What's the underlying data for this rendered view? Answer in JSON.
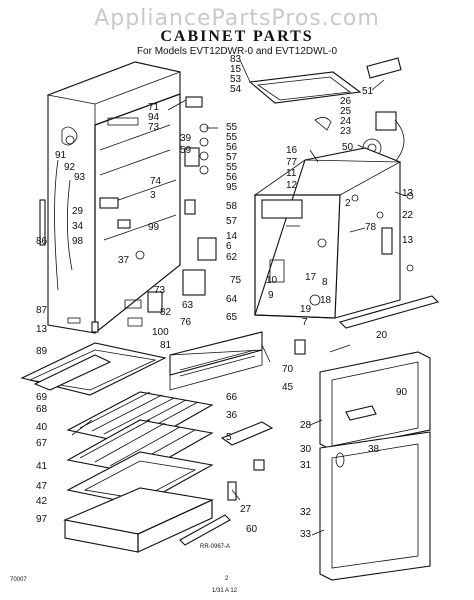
{
  "header": {
    "watermark": "AppliancePartsPros.com",
    "title": "CABINET PARTS",
    "subtitle": "For Models EVT12DWR-0 and EVT12DWL-0"
  },
  "labels": {
    "l83": "83",
    "l15": "15",
    "l53": "53",
    "l54": "54",
    "l51": "51",
    "l26": "26",
    "l25": "25",
    "l24": "24",
    "l23": "23",
    "l50": "50",
    "l71": "71",
    "l94": "94",
    "l73": "73",
    "l39": "39",
    "l59": "59",
    "l55a": "55",
    "l56a": "55",
    "l57a": "56",
    "l55b": "57",
    "l56b": "55",
    "l56c": "56",
    "l95": "95",
    "l58": "58",
    "l74": "74",
    "l3": "3",
    "l16": "16",
    "l77": "77",
    "l11": "11",
    "l12": "12",
    "l13a": "13",
    "l2": "2",
    "l22": "22",
    "l91": "91",
    "l92": "92",
    "l93": "93",
    "l29": "29",
    "l34": "34",
    "l98": "98",
    "l99": "99",
    "l86": "86",
    "l37": "37",
    "l57b": "57",
    "l14": "14",
    "l6": "6",
    "l62": "62",
    "l78": "78",
    "l13b": "13",
    "l75": "75",
    "l10": "10",
    "l9": "9",
    "l17": "17",
    "l8": "8",
    "l18": "18",
    "l19": "19",
    "l7": "7",
    "l73b": "73",
    "l63": "63",
    "l64": "64",
    "l87": "87",
    "l13c": "13",
    "l82": "82",
    "l76": "76",
    "l65": "65",
    "l100": "100",
    "l20": "20",
    "l81": "81",
    "l89": "89",
    "l70": "70",
    "l45": "45",
    "l66": "66",
    "l69": "69",
    "l68": "68",
    "l40": "40",
    "l67": "67",
    "l41": "41",
    "l47": "47",
    "l42": "42",
    "l97": "97",
    "l36": "36",
    "l5": "5",
    "l27": "27",
    "l60": "60",
    "l90": "90",
    "l28": "28",
    "l30": "30",
    "l31": "31",
    "l38": "38",
    "l32": "32",
    "l33": "33"
  },
  "footer": {
    "drawing_no": "RR-0967-A",
    "left_code": "70007",
    "page_no": "2",
    "date_note": "1/31 A 12"
  }
}
